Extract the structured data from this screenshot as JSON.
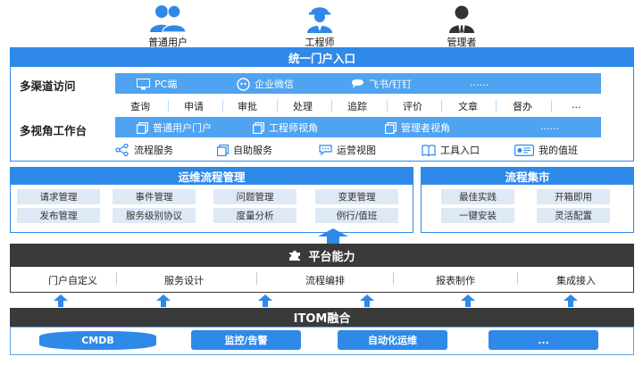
{
  "roles": [
    {
      "label": "普通用户",
      "icon": "user-group-icon"
    },
    {
      "label": "工程师",
      "icon": "engineer-icon"
    },
    {
      "label": "管理者",
      "icon": "manager-icon"
    }
  ],
  "portal": {
    "title": "统一门户入口",
    "channels": {
      "label": "多渠道访问",
      "items": [
        "PC端",
        "企业微信",
        "飞书/钉钉",
        "......"
      ]
    },
    "actions": [
      "查询",
      "申请",
      "审批",
      "处理",
      "追踪",
      "评价",
      "文章",
      "督办",
      "..."
    ],
    "workbench": {
      "label": "多视角工作台",
      "items": [
        "普通用户门户",
        "工程师视角",
        "管理者视角",
        "......"
      ]
    },
    "views": [
      "流程服务",
      "自助服务",
      "运营视图",
      "工具入口",
      "我的值班"
    ]
  },
  "ops": {
    "title": "运维流程管理",
    "cells": [
      "请求管理",
      "事件管理",
      "问题管理",
      "变更管理",
      "发布管理",
      "服务级别协议",
      "度量分析",
      "例行/值班"
    ]
  },
  "market": {
    "title": "流程集市",
    "cells": [
      "最佳实践",
      "开箱即用",
      "一键安装",
      "灵活配置"
    ]
  },
  "platform": {
    "title": "平台能力",
    "items": [
      "门户自定义",
      "服务设计",
      "流程编排",
      "报表制作",
      "集成接入"
    ]
  },
  "itom": {
    "title": "ITOM融合",
    "items": [
      "CMDB",
      "监控/告警",
      "自动化运维",
      "..."
    ]
  },
  "colors": {
    "primary": "#2f89e8",
    "strip": "#4fa3f0",
    "cell": "#dfe9f5",
    "dark": "#3a3a3a"
  }
}
